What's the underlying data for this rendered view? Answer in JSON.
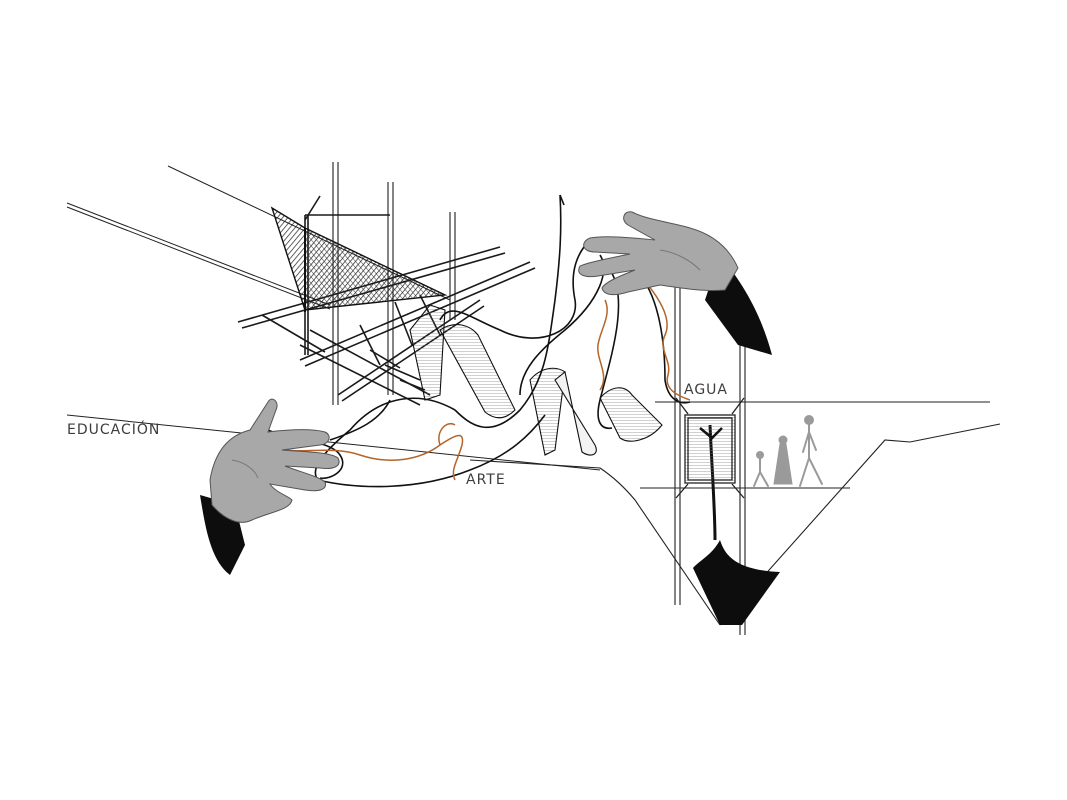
{
  "labels": {
    "educacion": "EDUCACIÓN",
    "arte": "ARTE",
    "agua": "AGUA"
  },
  "colors": {
    "background": "#ffffff",
    "ink": "#111111",
    "thread_orange": "#b5652a",
    "skin": "#a8a8a8",
    "sleeve": "#0d0d0d",
    "figures": "#9a9a9a",
    "label_text": "#3d3d3d"
  }
}
